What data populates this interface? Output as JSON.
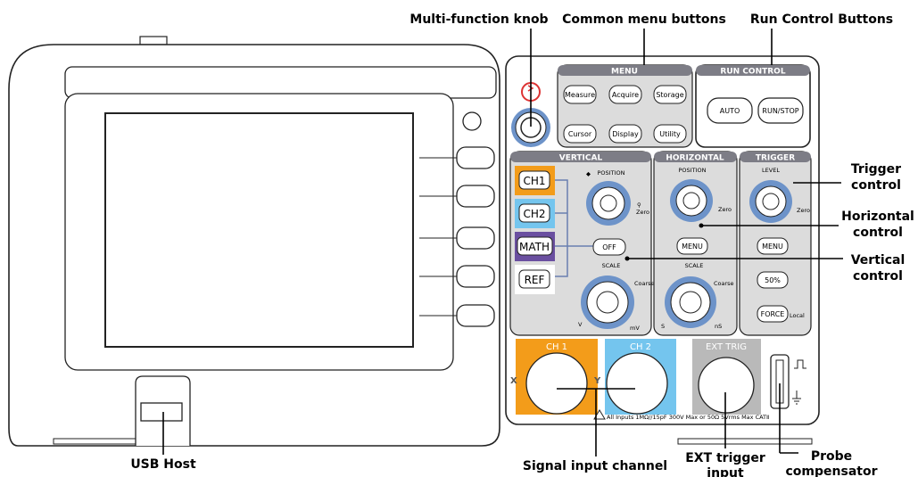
{
  "callouts": {
    "multi_function_knob": "Multi-function knob",
    "common_menu_buttons": "Common menu buttons",
    "run_control_buttons": "Run Control Buttons",
    "trigger_control_1": "Trigger",
    "trigger_control_2": "control",
    "horizontal_control_1": "Horizontal",
    "horizontal_control_2": "control",
    "vertical_control_1": "Vertical",
    "vertical_control_2": "control",
    "usb_host": "USB Host",
    "signal_input_channel": "Signal input channel",
    "ext_trigger_input_1": "EXT trigger",
    "ext_trigger_input_2": "input",
    "probe_compensator_1": "Probe",
    "probe_compensator_2": "compensator"
  },
  "menu": {
    "title": "MENU",
    "buttons": [
      "Measure",
      "Acquire",
      "Storage",
      "Cursor",
      "Display",
      "Utility"
    ]
  },
  "run_control": {
    "title": "RUN CONTROL",
    "auto": "AUTO",
    "run_stop": "RUN/STOP"
  },
  "vertical": {
    "title": "VERTICAL",
    "ch1": "CH1",
    "ch2": "CH2",
    "math": "MATH",
    "ref": "REF",
    "off": "OFF",
    "position": "POSITION",
    "scale": "SCALE",
    "zero": "Zero",
    "coarse": "Coarse",
    "v": "V",
    "mv": "mV"
  },
  "horizontal": {
    "title": "HORIZONTAL",
    "position": "POSITION",
    "scale": "SCALE",
    "menu": "MENU",
    "zero": "Zero",
    "coarse": "Coarse",
    "s": "S",
    "ns": "nS"
  },
  "trigger": {
    "title": "TRIGGER",
    "level": "LEVEL",
    "menu": "MENU",
    "fifty": "50%",
    "force": "FORCE",
    "local": "Local",
    "zero": "Zero"
  },
  "inputs": {
    "ch1": "CH 1",
    "ch2": "CH 2",
    "ext_trig": "EXT TRIG",
    "x": "X",
    "y": "Y",
    "spec": "All Inputs 1MΩ//15pF 300V Max or 50Ω 5Vrms Max CATⅡ"
  },
  "colors": {
    "ch1": "#f39c1a",
    "ch2": "#74c5ee",
    "math": "#6a4fa0",
    "ref": "#ffffff",
    "panel": "#dcdcdc",
    "section_header": "#7d7d86",
    "knob_ring": "#6d93c9",
    "ext_trig": "#b9b9b9"
  }
}
